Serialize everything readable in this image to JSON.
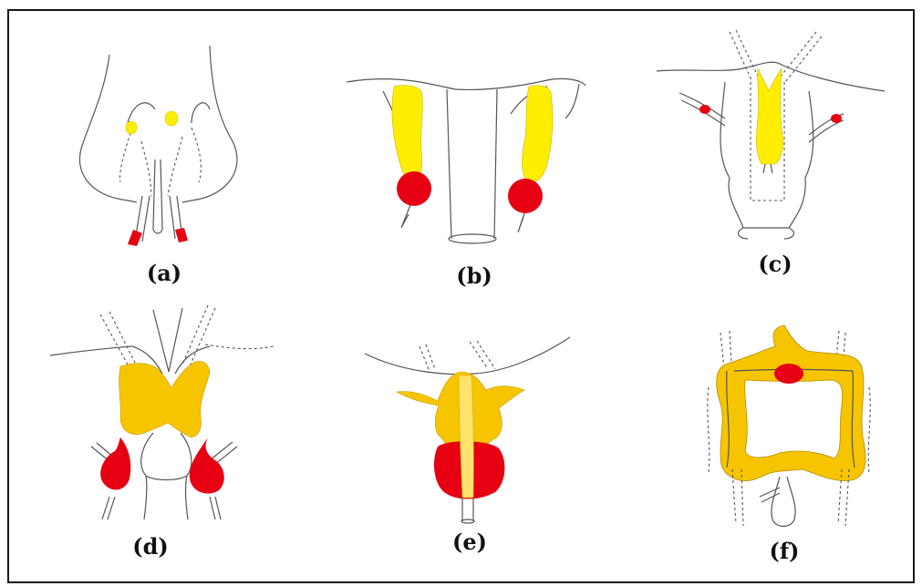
{
  "panels": [
    {
      "label": "(a)"
    },
    {
      "label": "(b)"
    },
    {
      "label": "(c)"
    },
    {
      "label": "(d)"
    },
    {
      "label": "(e)"
    },
    {
      "label": "(f)"
    }
  ],
  "colors": {
    "gland_yellow": "#ffee00",
    "gland_gold": "#f7c500",
    "gland_gold_light": "#ffe36a",
    "testis_red": "#e60012",
    "line": "#555555",
    "border": "#1a1a1a"
  }
}
